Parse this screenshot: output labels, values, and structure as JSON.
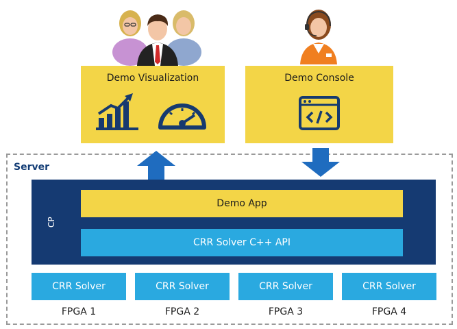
{
  "colors": {
    "accent_yellow": "#f3d547",
    "navy": "#153a72",
    "cyan": "#2aa9e0",
    "arrow_blue": "#1f6cbf",
    "dash_gray": "#9a9a9a"
  },
  "icons": [
    "users-group-icon",
    "operator-headset-icon",
    "growth-chart-icon",
    "speedometer-icon",
    "code-window-icon",
    "arrow-up-icon",
    "arrow-down-icon"
  ],
  "visualization": {
    "title": "Demo Visualization"
  },
  "console": {
    "title": "Demo Console"
  },
  "server": {
    "label": "Server",
    "cp_label": "CP",
    "app_label": "Demo App",
    "api_label": "CRR Solver C++ API",
    "solvers": [
      {
        "label": "CRR Solver",
        "fpga": "FPGA 1"
      },
      {
        "label": "CRR Solver",
        "fpga": "FPGA 2"
      },
      {
        "label": "CRR Solver",
        "fpga": "FPGA 3"
      },
      {
        "label": "CRR Solver",
        "fpga": "FPGA 4"
      }
    ]
  }
}
